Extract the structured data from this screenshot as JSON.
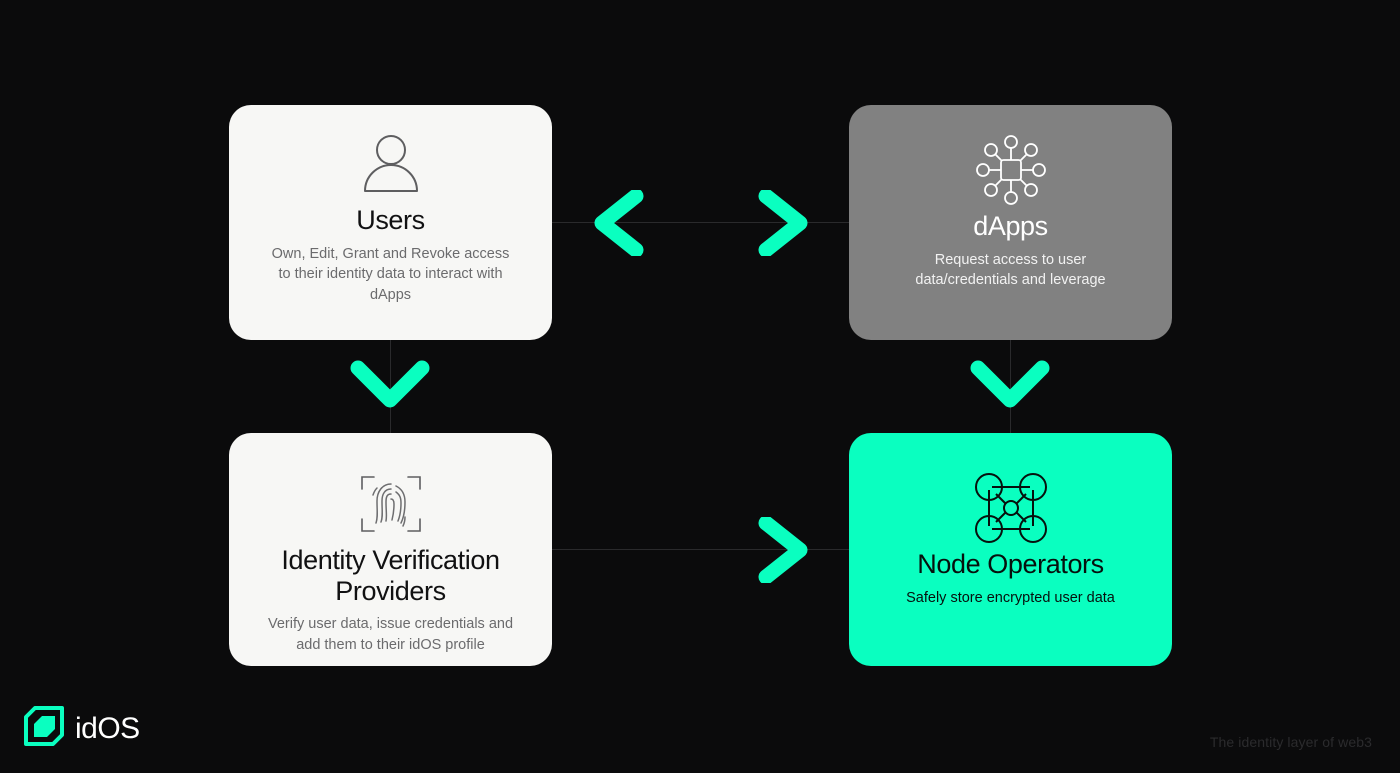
{
  "background_color": "#0B0B0C",
  "accent_color": "#0AFFC0",
  "cards": [
    {
      "id": "users",
      "title": "Users",
      "description": "Own, Edit, Grant and Revoke access to their identity data to interact with dApps",
      "icon": "person-icon",
      "background_color": "#F7F7F5",
      "text_color": "#111112"
    },
    {
      "id": "dapps",
      "title": "dApps",
      "description": "Request access to user data/credentials and leverage",
      "icon": "network-hub-icon",
      "background_color": "#818181",
      "text_color": "#FFFFFF"
    },
    {
      "id": "ivp",
      "title": "Identity Verification Providers",
      "description": "Verify user data, issue credentials and add them to their idOS profile",
      "icon": "fingerprint-scan-icon",
      "background_color": "#F7F7F5",
      "text_color": "#111112"
    },
    {
      "id": "nodes",
      "title": "Node Operators",
      "description": "Safely store encrypted user data",
      "icon": "node-graph-icon",
      "background_color": "#0AFFC0",
      "text_color": "#06110D"
    }
  ],
  "connectors": [
    {
      "id": "users-dapps",
      "from": "users",
      "to": "dapps",
      "direction": "bidirectional",
      "orientation": "horizontal",
      "color": "#0AFFC0"
    },
    {
      "id": "users-ivp",
      "from": "users",
      "to": "ivp",
      "direction": "down",
      "orientation": "vertical",
      "color": "#0AFFC0"
    },
    {
      "id": "dapps-nodes",
      "from": "dapps",
      "to": "nodes",
      "direction": "down",
      "orientation": "vertical",
      "color": "#0AFFC0"
    },
    {
      "id": "ivp-nodes",
      "from": "ivp",
      "to": "nodes",
      "direction": "right",
      "orientation": "horizontal",
      "color": "#0AFFC0"
    }
  ],
  "footer": {
    "logo_mark": "idos-cube-logo-icon",
    "logo_text": "idOS",
    "tagline": "The identity layer of web3",
    "logo_color": "#0AFFC0",
    "tagline_color": "#2B2B2D"
  }
}
